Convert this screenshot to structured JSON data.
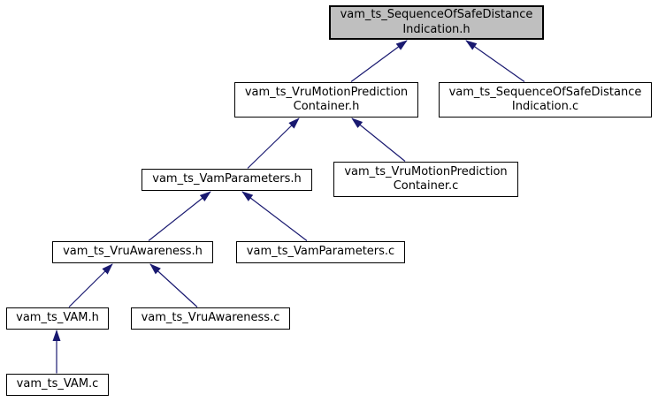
{
  "graph": {
    "kind": "included-by-dependency-graph",
    "nodes": [
      {
        "id": "seq-indication-h",
        "label": "vam_ts_SequenceOfSafeDistance Indication.h",
        "current": true
      },
      {
        "id": "vru-motion-container-h",
        "label": "vam_ts_VruMotionPrediction Container.h",
        "current": false
      },
      {
        "id": "seq-indication-c",
        "label": "vam_ts_SequenceOfSafeDistance Indication.c",
        "current": false
      },
      {
        "id": "vam-parameters-h",
        "label": "vam_ts_VamParameters.h",
        "current": false
      },
      {
        "id": "vru-motion-container-c",
        "label": "vam_ts_VruMotionPrediction Container.c",
        "current": false
      },
      {
        "id": "vru-awareness-h",
        "label": "vam_ts_VruAwareness.h",
        "current": false
      },
      {
        "id": "vam-parameters-c",
        "label": "vam_ts_VamParameters.c",
        "current": false
      },
      {
        "id": "vam-h",
        "label": "vam_ts_VAM.h",
        "current": false
      },
      {
        "id": "vru-awareness-c",
        "label": "vam_ts_VruAwareness.c",
        "current": false
      },
      {
        "id": "vam-c",
        "label": "vam_ts_VAM.c",
        "current": false
      }
    ],
    "edges": [
      {
        "from": "vru-motion-container-h",
        "to": "seq-indication-h"
      },
      {
        "from": "seq-indication-c",
        "to": "seq-indication-h"
      },
      {
        "from": "vam-parameters-h",
        "to": "vru-motion-container-h"
      },
      {
        "from": "vru-motion-container-c",
        "to": "vru-motion-container-h"
      },
      {
        "from": "vru-awareness-h",
        "to": "vam-parameters-h"
      },
      {
        "from": "vam-parameters-c",
        "to": "vam-parameters-h"
      },
      {
        "from": "vam-h",
        "to": "vru-awareness-h"
      },
      {
        "from": "vru-awareness-c",
        "to": "vru-awareness-h"
      },
      {
        "from": "vam-c",
        "to": "vam-h"
      }
    ]
  },
  "colors": {
    "background": "#ffffff",
    "node_fill": "#ffffff",
    "node_border": "#000000",
    "current_node_fill": "#bfbfbf",
    "current_node_border": "#000000",
    "edge": "#191970",
    "text": "#000000"
  }
}
